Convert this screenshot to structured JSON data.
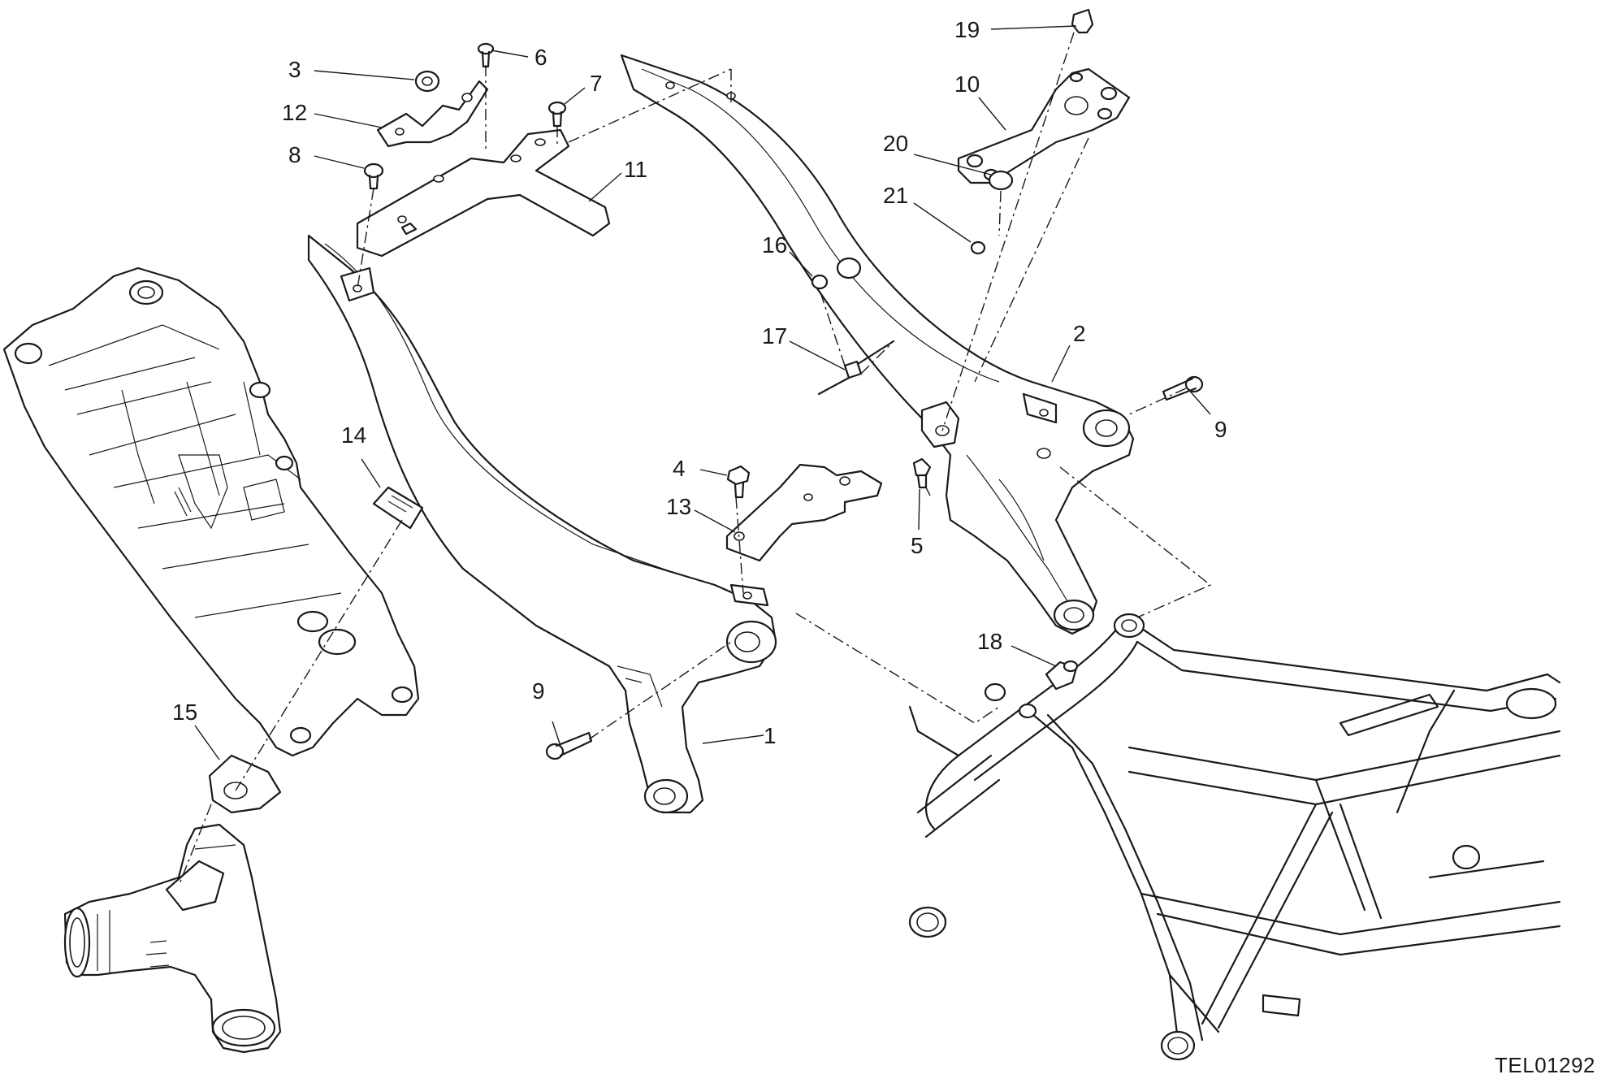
{
  "drawing": {
    "reference_code": "TEL01292"
  },
  "callouts": {
    "c1": "1",
    "c2": "2",
    "c3": "3",
    "c4": "4",
    "c5": "5",
    "c6": "6",
    "c7": "7",
    "c8": "8",
    "c9a": "9",
    "c9b": "9",
    "c10": "10",
    "c11": "11",
    "c12": "12",
    "c13": "13",
    "c14": "14",
    "c15": "15",
    "c16": "16",
    "c17": "17",
    "c18": "18",
    "c19": "19",
    "c20": "20",
    "c21": "21"
  }
}
